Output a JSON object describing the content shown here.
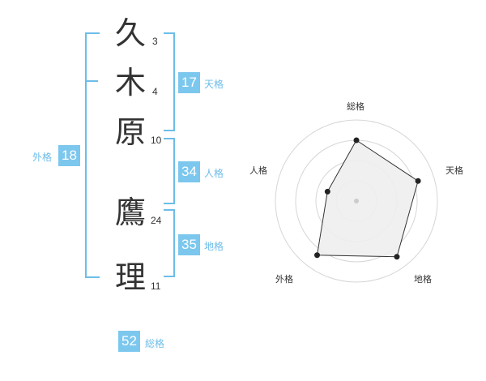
{
  "name_chars": [
    {
      "char": "久",
      "strokes": "3"
    },
    {
      "char": "木",
      "strokes": "4"
    },
    {
      "char": "原",
      "strokes": "10"
    },
    {
      "char": "鷹",
      "strokes": "24"
    },
    {
      "char": "理",
      "strokes": "11"
    }
  ],
  "fortunes": {
    "tenkaku": {
      "value": "17",
      "label": "天格"
    },
    "jinkaku": {
      "value": "34",
      "label": "人格"
    },
    "chikaku": {
      "value": "35",
      "label": "地格"
    },
    "gaikaku": {
      "value": "18",
      "label": "外格"
    },
    "soukaku": {
      "value": "52",
      "label": "総格"
    }
  },
  "accent_color": "#7cc7ee",
  "chart_data": {
    "type": "radar",
    "axes": [
      "総格",
      "天格",
      "地格",
      "外格",
      "人格"
    ],
    "max": 4,
    "rings": 4,
    "values": [
      3,
      3.2,
      3.4,
      3.3,
      1.5
    ]
  }
}
